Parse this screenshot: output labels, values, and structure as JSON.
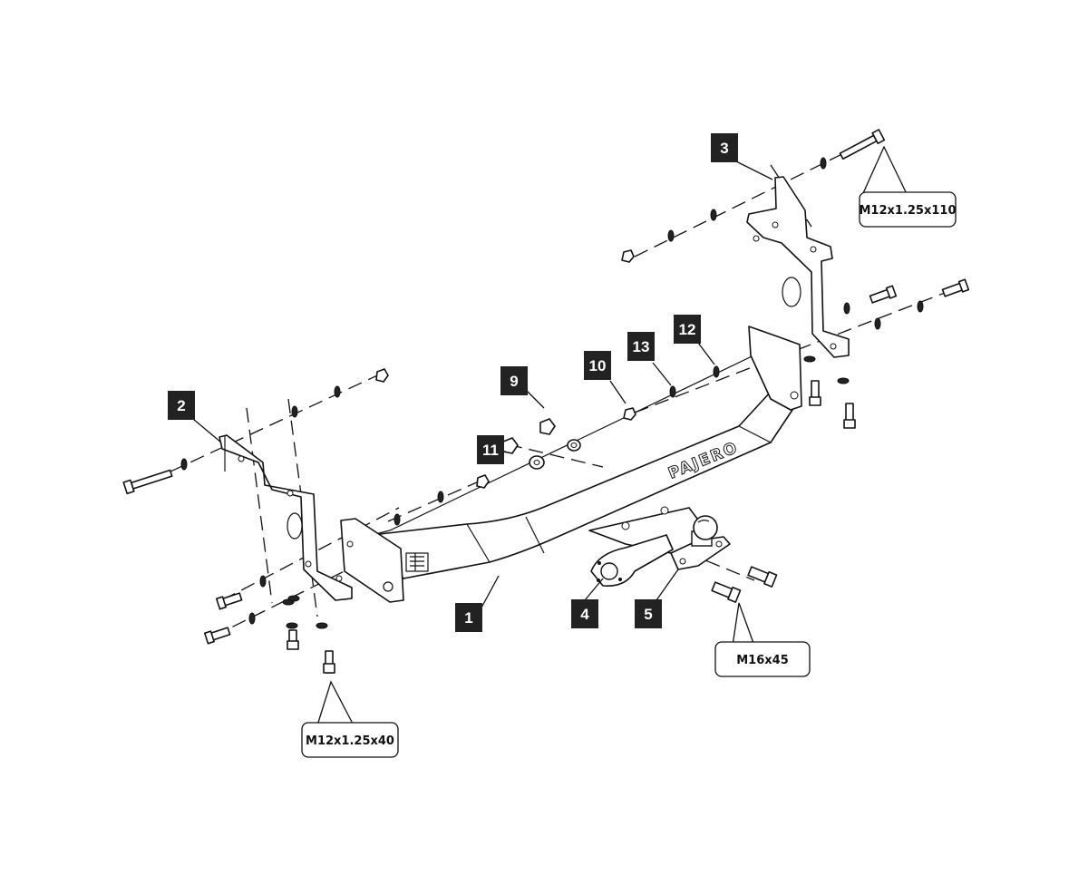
{
  "callouts": [
    {
      "id": "tag-1",
      "label": "1"
    },
    {
      "id": "tag-2",
      "label": "2"
    },
    {
      "id": "tag-3",
      "label": "3"
    },
    {
      "id": "tag-4",
      "label": "4"
    },
    {
      "id": "tag-5",
      "label": "5"
    },
    {
      "id": "tag-9",
      "label": "9"
    },
    {
      "id": "tag-10",
      "label": "10"
    },
    {
      "id": "tag-11",
      "label": "11"
    },
    {
      "id": "tag-12",
      "label": "12"
    },
    {
      "id": "tag-13",
      "label": "13"
    }
  ],
  "specs": {
    "rear_bolt": "M12x1.25x110",
    "front_bolt": "M12x1.25x40",
    "ball_bolt": "M16x45"
  },
  "bar_lettering": "PAJERO",
  "colors": {
    "ink": "#111111",
    "tag_fill": "#222222",
    "paper": "#ffffff"
  }
}
